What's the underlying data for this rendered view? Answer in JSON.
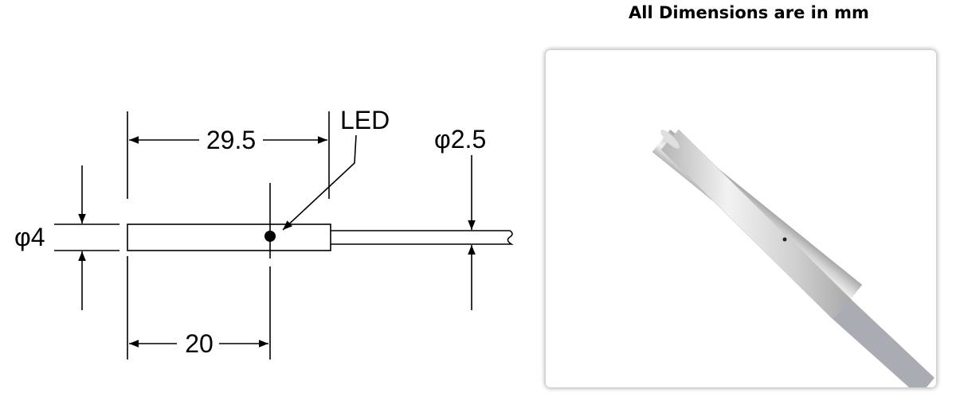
{
  "note": "All Dimensions are in mm",
  "drawing": {
    "length_label": "29.5",
    "led_position_label": "20",
    "body_diameter_label": "φ4",
    "cable_diameter_label": "φ2.5",
    "led_label": "LED"
  },
  "photo": {
    "body_color": "#d9d9d9",
    "cable_color": "#a9adb3"
  }
}
